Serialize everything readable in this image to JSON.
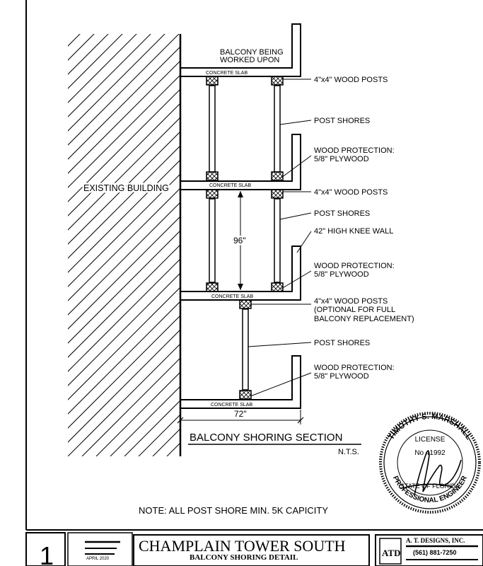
{
  "drawing": {
    "title": "BALCONY SHORING SECTION",
    "scale": "N.T.S.",
    "note": "NOTE:  ALL POST SHORE MIN. 5K CAPICITY",
    "labels": {
      "existing_building": "EXISTING BUILDING",
      "balcony_worked_upon_line1": "BALCONY BEING",
      "balcony_worked_upon_line2": "WORKED UPON",
      "concrete_slab": "CONCRETE SLAB",
      "wood_posts": "4\"x4\"  WOOD POSTS",
      "post_shores": "POST SHORES",
      "wood_protection_line1": "WOOD PROTECTION:",
      "wood_protection_line2": "5/8\"  PLYWOOD",
      "knee_wall": "42\"  HIGH KNEE WALL",
      "optional_line1": "(OPTIONAL FOR FULL",
      "optional_line2": "BALCONY REPLACEMENT)",
      "dim_height": "96\"",
      "dim_width": "72\""
    }
  },
  "seal": {
    "name_text": "TIMOTHY S. MARSHALL",
    "license_text": "LICENSE",
    "number_text": "No 41992",
    "state_text": "STATE OF FLORIDA",
    "profession_text": "PROFESSIONAL ENGINEER"
  },
  "title_block": {
    "sheet_number": "1",
    "project_name": "CHAMPLAIN TOWER SOUTH",
    "sheet_title": "BALCONY SHORING DETAIL",
    "date": "APRIL 2020",
    "firm_name": "A. T. DESIGNS, INC.",
    "firm_phone": "(561) 881-7250",
    "firm_logo_text": "ATD"
  }
}
